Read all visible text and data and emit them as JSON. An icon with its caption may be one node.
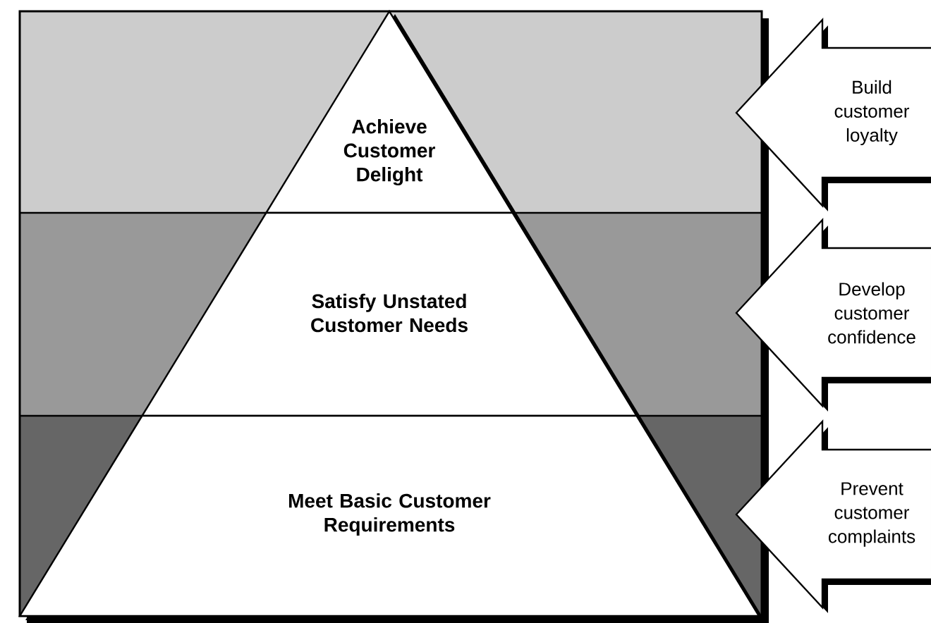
{
  "diagram": {
    "nodes": [
      {
        "text": [
          "Achieve Customer Delight"
        ]
      },
      {
        "text": [
          "Satisfy Unstated Customer Needs"
        ]
      },
      {
        "text": [
          "Meet Basic Customer Requirements"
        ]
      },
      {
        "text": [
          "Build customer loyalty"
        ]
      },
      {
        "text": [
          "Develop customer confidence"
        ]
      },
      {
        "text": [
          "Prevent customer complaints"
        ]
      }
    ]
  }
}
